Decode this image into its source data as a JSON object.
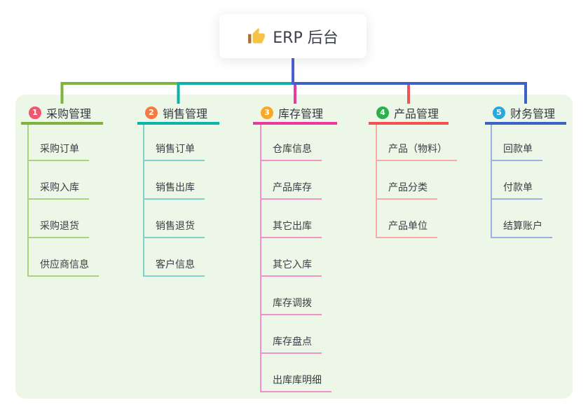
{
  "root": {
    "label": "ERP 后台",
    "icon": "thumbs-up-icon"
  },
  "colors": {
    "canvas": "#ffffff",
    "panel": "#ecf7e7",
    "root_line": "#4c5ed1",
    "root_text": "#3c414b",
    "topic_text": "#343840",
    "child_text": "#3a3e45"
  },
  "branches": [
    {
      "number": "1",
      "label": "采购管理",
      "badge_color": "#f2566e",
      "line_color": "#7cb43e",
      "child_line_color": "#abd37f",
      "children": [
        "采购订单",
        "采购入库",
        "采购退货",
        "供应商信息"
      ]
    },
    {
      "number": "2",
      "label": "销售管理",
      "badge_color": "#f67b40",
      "line_color": "#0cb3aa",
      "child_line_color": "#7fd2cb",
      "children": [
        "销售订单",
        "销售出库",
        "销售退货",
        "客户信息"
      ]
    },
    {
      "number": "3",
      "label": "库存管理",
      "badge_color": "#f9a825",
      "line_color": "#e73b9e",
      "child_line_color": "#f292c9",
      "children": [
        "仓库信息",
        "产品库存",
        "其它出库",
        "其它入库",
        "库存调拨",
        "库存盘点",
        "出库库明细"
      ]
    },
    {
      "number": "4",
      "label": "产品管理",
      "badge_color": "#2bb04d",
      "line_color": "#f05350",
      "child_line_color": "#f7aaa6",
      "children": [
        "产品（物料）",
        "产品分类",
        "产品单位"
      ]
    },
    {
      "number": "5",
      "label": "财务管理",
      "badge_color": "#2aa7df",
      "line_color": "#3d61c8",
      "child_line_color": "#9cb0e4",
      "children": [
        "回款单",
        "付款单",
        "结算账户"
      ]
    }
  ]
}
